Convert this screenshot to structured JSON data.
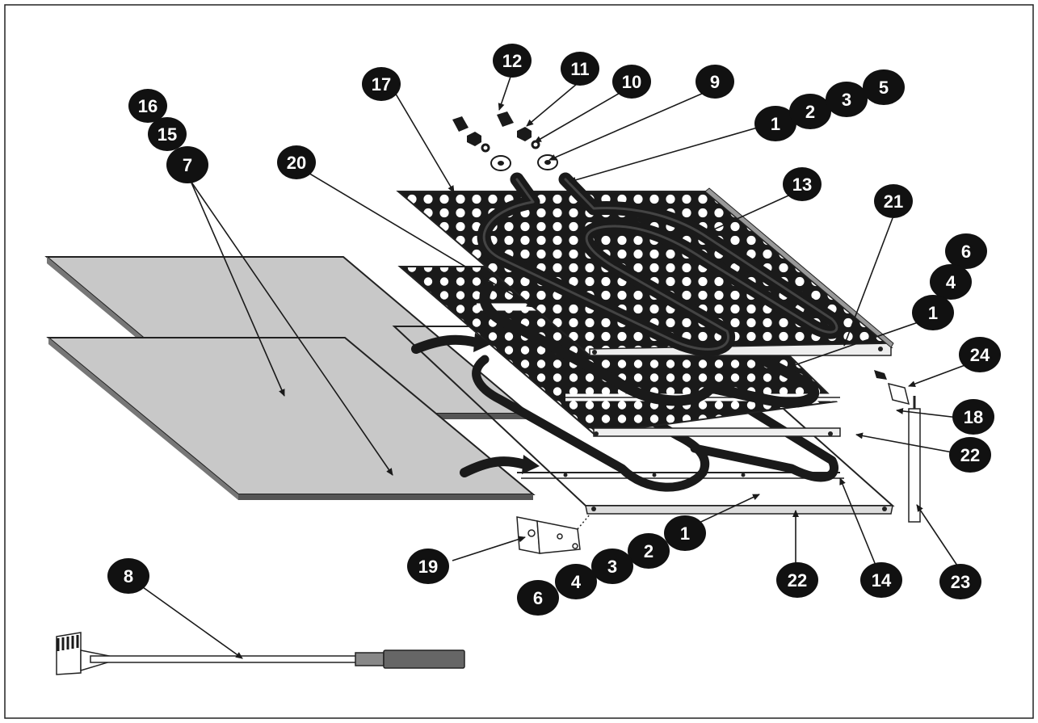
{
  "diagram": {
    "colors": {
      "ink": "#1a1a1a",
      "panel": "#c8c8c8",
      "perforation": "#ffffff",
      "callout_fill": "#111111",
      "callout_text": "#ffffff"
    },
    "callouts": [
      {
        "id": "c1",
        "label": "17"
      },
      {
        "id": "c2",
        "label": "12"
      },
      {
        "id": "c3",
        "label": "11"
      },
      {
        "id": "c4",
        "label": "10"
      },
      {
        "id": "c5",
        "label": "9"
      },
      {
        "id": "c6",
        "label": "16"
      },
      {
        "id": "c7",
        "label": "15"
      },
      {
        "id": "c8",
        "label": "7"
      },
      {
        "id": "c9",
        "label": "20"
      },
      {
        "id": "c10",
        "label": "1"
      },
      {
        "id": "c11",
        "label": "2"
      },
      {
        "id": "c12",
        "label": "3"
      },
      {
        "id": "c13",
        "label": "5"
      },
      {
        "id": "c14",
        "label": "13"
      },
      {
        "id": "c15",
        "label": "21"
      },
      {
        "id": "c16",
        "label": "6"
      },
      {
        "id": "c17",
        "label": "4"
      },
      {
        "id": "c18",
        "label": "1"
      },
      {
        "id": "c19",
        "label": "24"
      },
      {
        "id": "c20",
        "label": "18"
      },
      {
        "id": "c21",
        "label": "22"
      },
      {
        "id": "c22",
        "label": "19"
      },
      {
        "id": "c23",
        "label": "1"
      },
      {
        "id": "c24",
        "label": "2"
      },
      {
        "id": "c25",
        "label": "3"
      },
      {
        "id": "c26",
        "label": "4"
      },
      {
        "id": "c27",
        "label": "6"
      },
      {
        "id": "c28",
        "label": "22"
      },
      {
        "id": "c29",
        "label": "14"
      },
      {
        "id": "c30",
        "label": "23"
      },
      {
        "id": "c31",
        "label": "8"
      }
    ]
  }
}
